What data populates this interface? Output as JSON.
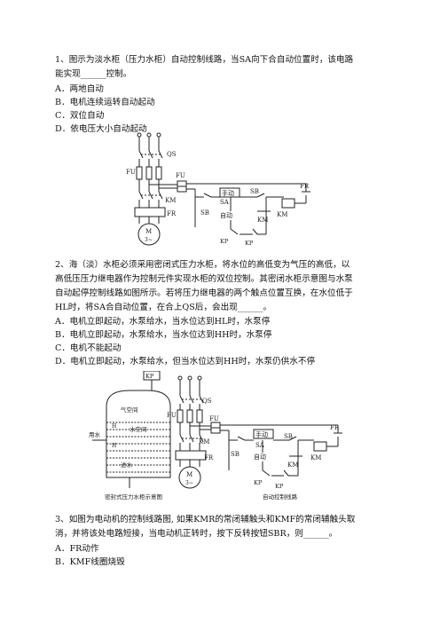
{
  "q1": {
    "stem_line1": "1、图示为淡水柜（压力水柜）自动控制线路，当SA向下合自动位置时，该电路",
    "stem_line2": "能实现______控制。",
    "options": [
      "A．两地自动",
      "B．电机连续运转自动起动",
      "C．双位自动",
      "D．依电压大小自动起动"
    ]
  },
  "fig1": {
    "labels": {
      "qs": "QS",
      "fu1": "FU",
      "fu2": "FU",
      "km_main": "KM",
      "fr_main": "FR",
      "motor": "M",
      "motor_type": "3~",
      "sb1": "SB",
      "sa": "SA",
      "manual": "手动",
      "auto": "自动",
      "sb2": "SB",
      "fr_ctrl": "FR",
      "km_aux": "KM",
      "km_coil": "KM",
      "kp1": "KP",
      "kp2": "KP"
    }
  },
  "q2": {
    "stem_line1": "2、海（淡）水柜必须采用密闭式压力水柜，将水位的高低变为气压的高低，以",
    "stem_line2": "高低压压力继电器作为控制元件实现水柜的双位控制。其密闭水柜示意图与水泵",
    "stem_line3": "自动起停控制线路如图所示。若将压力继电器的两个触点位置互换，在水位低于",
    "stem_line4": "HL时，将SA合自动位置，在合上QS后，会出现______。",
    "options": [
      "A．电机立即起动，水泵给水，当水位达到HL时，水泵停",
      "B．电机立即起动，水泵给水，当水位达到HH时，水泵停",
      "C．电机不能起动",
      "D．电机立即起动，水泵给水，但当水位达到HH时，水泵仍供水不停"
    ]
  },
  "fig2": {
    "labels": {
      "kp": "KP",
      "air": "气空间",
      "water": "水空间",
      "use_water": "用水",
      "inlet": "进水",
      "hh": "H",
      "hl": "H",
      "qs": "QS",
      "fu1": "FU",
      "fu2": "FU",
      "km_main": "KM",
      "fr_main": "FR",
      "motor": "M",
      "motor_type": "3~",
      "sb1": "SB",
      "sa": "SA",
      "manual": "手动",
      "auto": "自动",
      "sb2": "SB",
      "fr_ctrl": "FR",
      "km_aux": "KM",
      "km_coil": "KM",
      "kp1": "KP",
      "kp2": "KP"
    },
    "caption_left": "密封式压力水柜示意图",
    "caption_right": "自动控制线路"
  },
  "q3": {
    "stem_line1": "3、如图为电动机的控制线路图, 如果KMR的常闭辅触头和KMF的常闭辅触头取",
    "stem_line2": "消，并将该处电路短接，当电动机正转时，按下反转按钮SBR，则______。",
    "options": [
      "A．FR动作",
      "B．KMF线圈烧毁"
    ]
  }
}
